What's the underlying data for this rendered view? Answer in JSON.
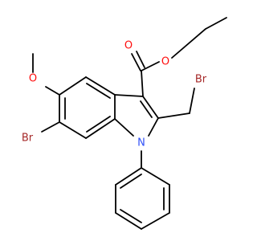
{
  "molecule": {
    "atoms": {
      "O_carbonyl": {
        "label": "O",
        "color": "#ff0d0d"
      },
      "O_ester": {
        "label": "O",
        "color": "#ff0d0d"
      },
      "O_methoxy": {
        "label": "O",
        "color": "#ff0d0d"
      },
      "Br_benzylic": {
        "label": "Br",
        "color": "#a62929"
      },
      "Br_aryl": {
        "label": "Br",
        "color": "#a62929"
      },
      "N_ring": {
        "label": "N",
        "color": "#3050f8"
      }
    },
    "bond_color": "#000000"
  }
}
